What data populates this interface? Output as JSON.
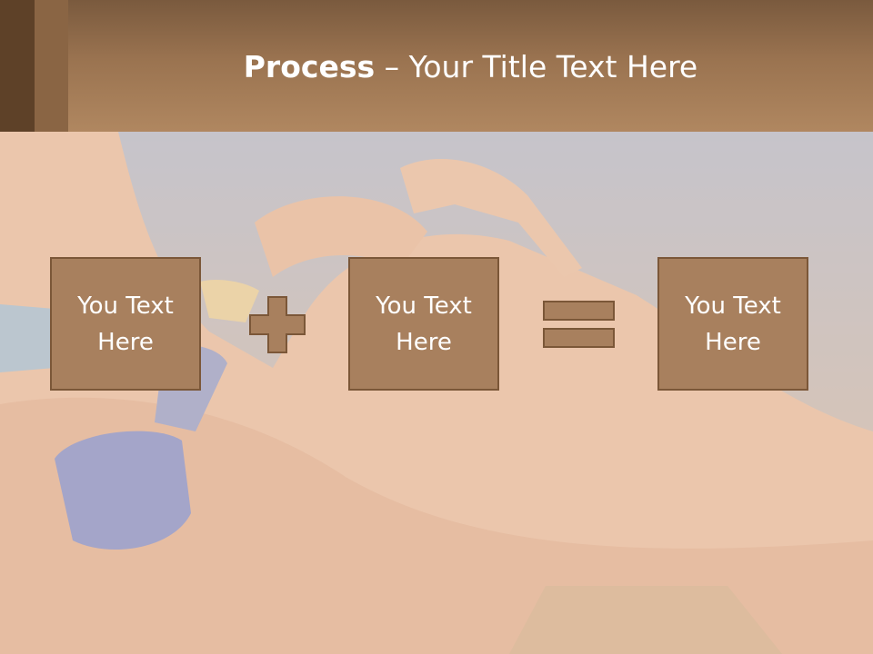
{
  "slide": {
    "title_bold": "Process",
    "title_rest": " – Your Title Text Here",
    "boxes": [
      "You Text Here",
      "You Text Here",
      "You Text Here"
    ],
    "operators": [
      "plus-icon",
      "equals-icon"
    ]
  },
  "colors": {
    "header": "#9a7350",
    "box_fill": "#a8805e",
    "box_border": "#7b5738",
    "text": "#ffffff"
  }
}
